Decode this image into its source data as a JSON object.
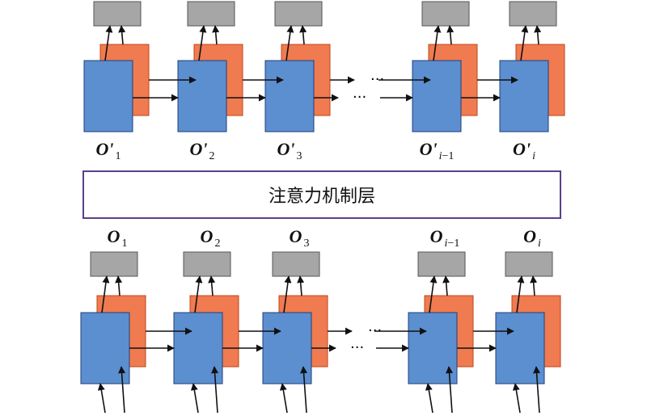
{
  "colors": {
    "blue_fill": "#5b8fd0",
    "blue_stroke": "#1f3f7a",
    "orange_fill": "#f07b50",
    "orange_stroke": "#c0451a",
    "gray_fill": "#a6a6a6",
    "gray_stroke": "#555555",
    "attention_border": "#5a3f8c",
    "arrow": "#111111"
  },
  "ellipsis": "···",
  "attention_layer": {
    "label": "注意力机制层"
  },
  "top_row": {
    "labels": [
      {
        "base": "O",
        "prime": "'",
        "sub": "1"
      },
      {
        "base": "O",
        "prime": "'",
        "sub": "2"
      },
      {
        "base": "O",
        "prime": "'",
        "sub": "3"
      },
      {
        "base": "O",
        "prime": "'",
        "sub_italic": "i",
        "sub": "−1"
      },
      {
        "base": "O",
        "prime": "'",
        "sub_italic": "i",
        "sub": ""
      }
    ]
  },
  "bottom_row": {
    "labels": [
      {
        "base": "O",
        "prime": "",
        "sub": "1"
      },
      {
        "base": "O",
        "prime": "",
        "sub": "2"
      },
      {
        "base": "O",
        "prime": "",
        "sub": "3"
      },
      {
        "base": "O",
        "prime": "",
        "sub_italic": "i",
        "sub": "−1"
      },
      {
        "base": "O",
        "prime": "",
        "sub_italic": "i",
        "sub": ""
      }
    ]
  }
}
